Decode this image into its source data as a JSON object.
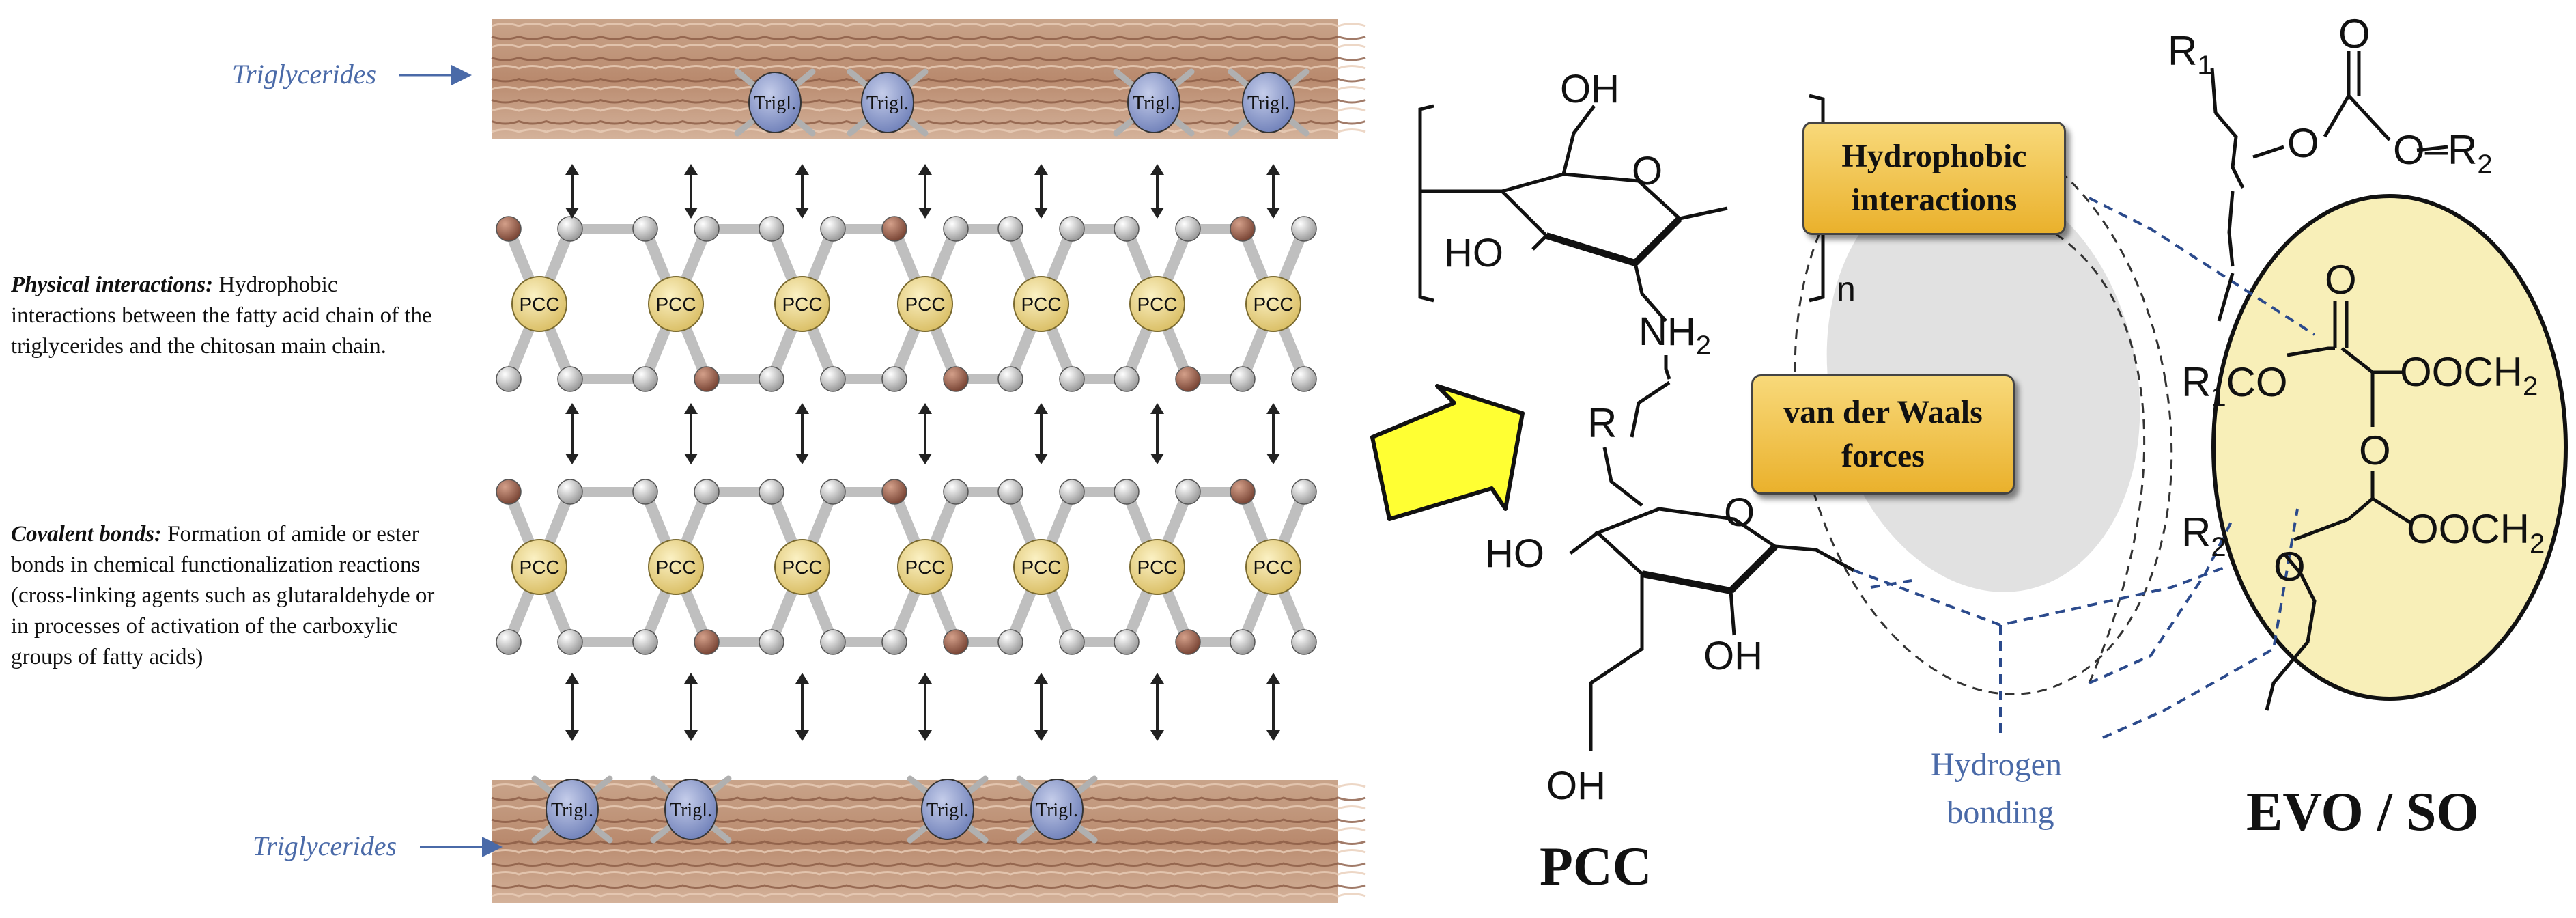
{
  "labels": {
    "triglycerides_top": "Triglycerides",
    "triglycerides_bottom": "Triglycerides",
    "trigl": "Trigl.",
    "pcc": "PCC",
    "pcc_title": "PCC",
    "evo_so": "EVO / SO",
    "hydrogen_bonding": "Hydrogen\nbonding",
    "hydrophobic_box": "Hydrophobic\ninteractions",
    "vdw_box": "van der Waals\nforces"
  },
  "descriptions": {
    "physical_title": "Physical interactions:",
    "physical_text": "Hydrophobic interactions between the fatty acid chain of the triglycerides and the chitosan main chain.",
    "covalent_title": "Covalent bonds:",
    "covalent_text": "Formation of amide or ester bonds in chemical functionalization reactions (cross-linking agents such as glutaraldehyde or in processes of activation of the carboxylic groups of fatty acids)"
  },
  "chem": {
    "oh": "OH",
    "ho": "HO",
    "o": "O",
    "nh2": "NH",
    "sub2": "2",
    "n": "n",
    "r": "R",
    "r1": "R",
    "r2": "R",
    "sub1": "1",
    "r1co": "CO",
    "ooch2": "OOCH",
    "o_r2": "O–R"
  },
  "colors": {
    "trigl_fill": "#8d9ac8",
    "pcc_fill": "#ecd98a",
    "box_fill": "#f2bf3c",
    "ellipse_fill": "#f7efb8",
    "blue_label": "#4a6aa8",
    "arrow_fill": "#ffff33"
  }
}
